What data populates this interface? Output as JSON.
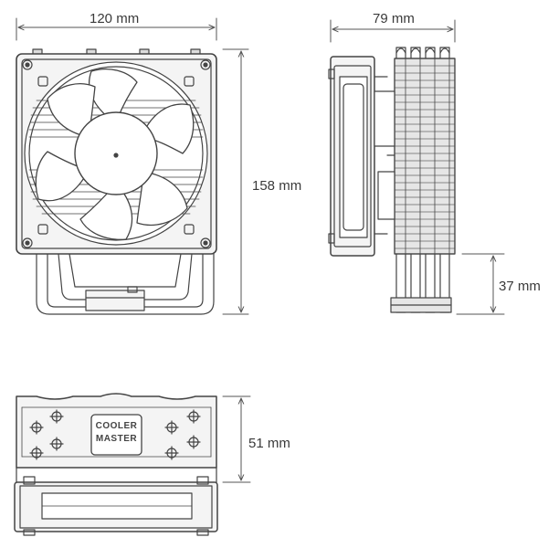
{
  "dimensions": {
    "fan_width": "120 mm",
    "depth": "79 mm",
    "height": "158 mm",
    "fin_clearance": "37 mm",
    "top_height": "51 mm"
  },
  "logo": {
    "line1": "COOLER",
    "line2": "MASTER"
  },
  "colors": {
    "stroke": "#444444",
    "dimension_line": "#555555",
    "fill_light": "#f4f4f4",
    "fill_mid": "#dcdcdc",
    "background": "#ffffff"
  }
}
